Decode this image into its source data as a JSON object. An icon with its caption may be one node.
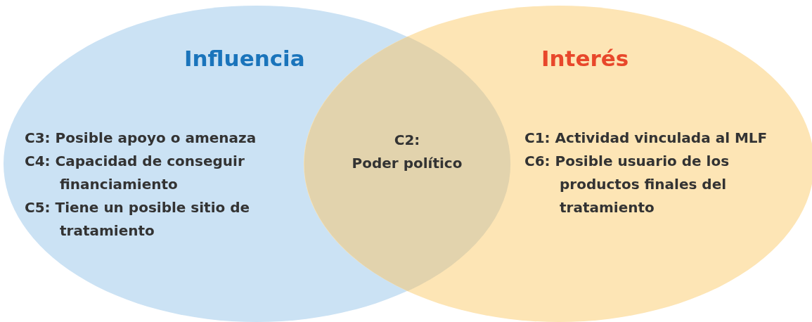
{
  "diagram": {
    "nodes": [
      {
        "text": [
          "Influencia",
          "C3: Posible apoyo o amenaza",
          "C4: Capacidad de conseguir financiamiento",
          "C5: Tiene un posible sitio de tratamiento"
        ]
      },
      {
        "text": [
          "Interés",
          "C1: Actividad vinculada al MLF",
          "C6: Posible usuario de los productos finales del tratamiento"
        ]
      },
      {
        "text": [
          "C2: Poder político"
        ]
      }
    ],
    "edges": []
  }
}
